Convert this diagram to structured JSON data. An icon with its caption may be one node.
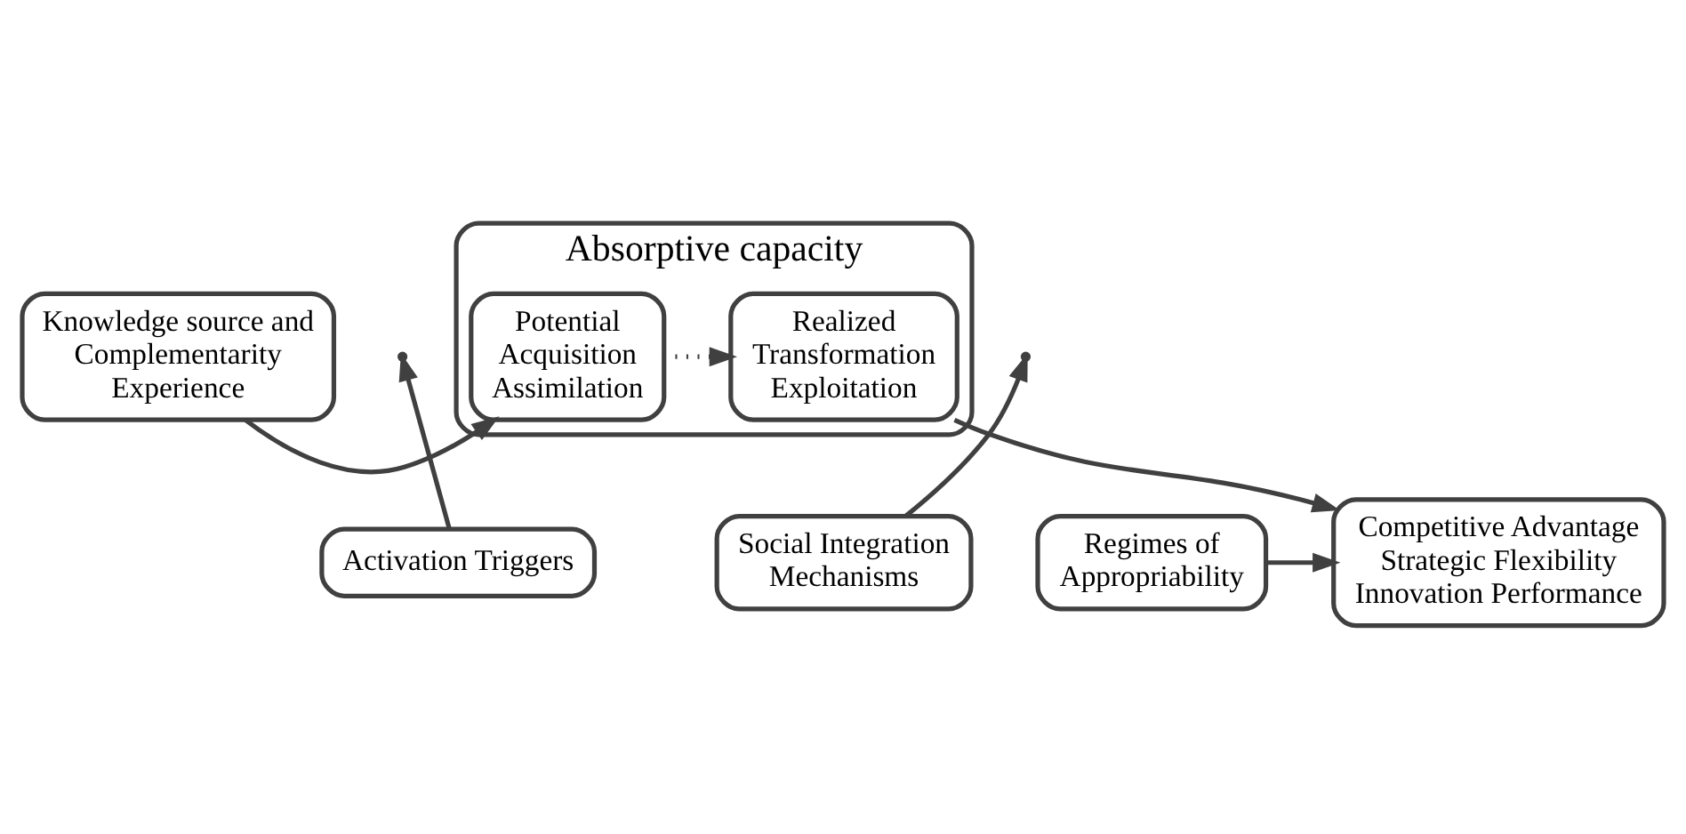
{
  "diagram": {
    "nodes": [
      {
        "text": [
          "Knowledge source and Complementarity Experience"
        ]
      },
      {
        "text": [
          "Absorptive capacity"
        ]
      },
      {
        "text": [
          "Potential",
          "Acquisition",
          "Assimilation"
        ],
        "in": 1
      },
      {
        "text": [
          "Realized",
          "Transformation",
          "Exploitation"
        ],
        "in": 1
      },
      {
        "text": [
          "Competitive Advantage",
          "Strategic Flexibility",
          "Innovation Performance"
        ]
      },
      {
        "text": [
          "Activation Triggers"
        ]
      },
      {
        "text": [
          "Social Integration Mechanisms"
        ]
      },
      {
        "text": [
          "Regimes of Appropriability"
        ]
      }
    ],
    "edges": [
      {
        "from": 0,
        "to": 2,
        "arrow": "to"
      },
      {
        "from": 5,
        "to": null,
        "arrow": "to"
      },
      {
        "from": 2,
        "to": 3,
        "arrow": "to",
        "style": "dashed"
      },
      {
        "from": 6,
        "to": null,
        "arrow": "to"
      },
      {
        "from": 3,
        "to": 4,
        "arrow": "to"
      },
      {
        "from": 7,
        "to": 4,
        "arrow": "to"
      }
    ]
  }
}
